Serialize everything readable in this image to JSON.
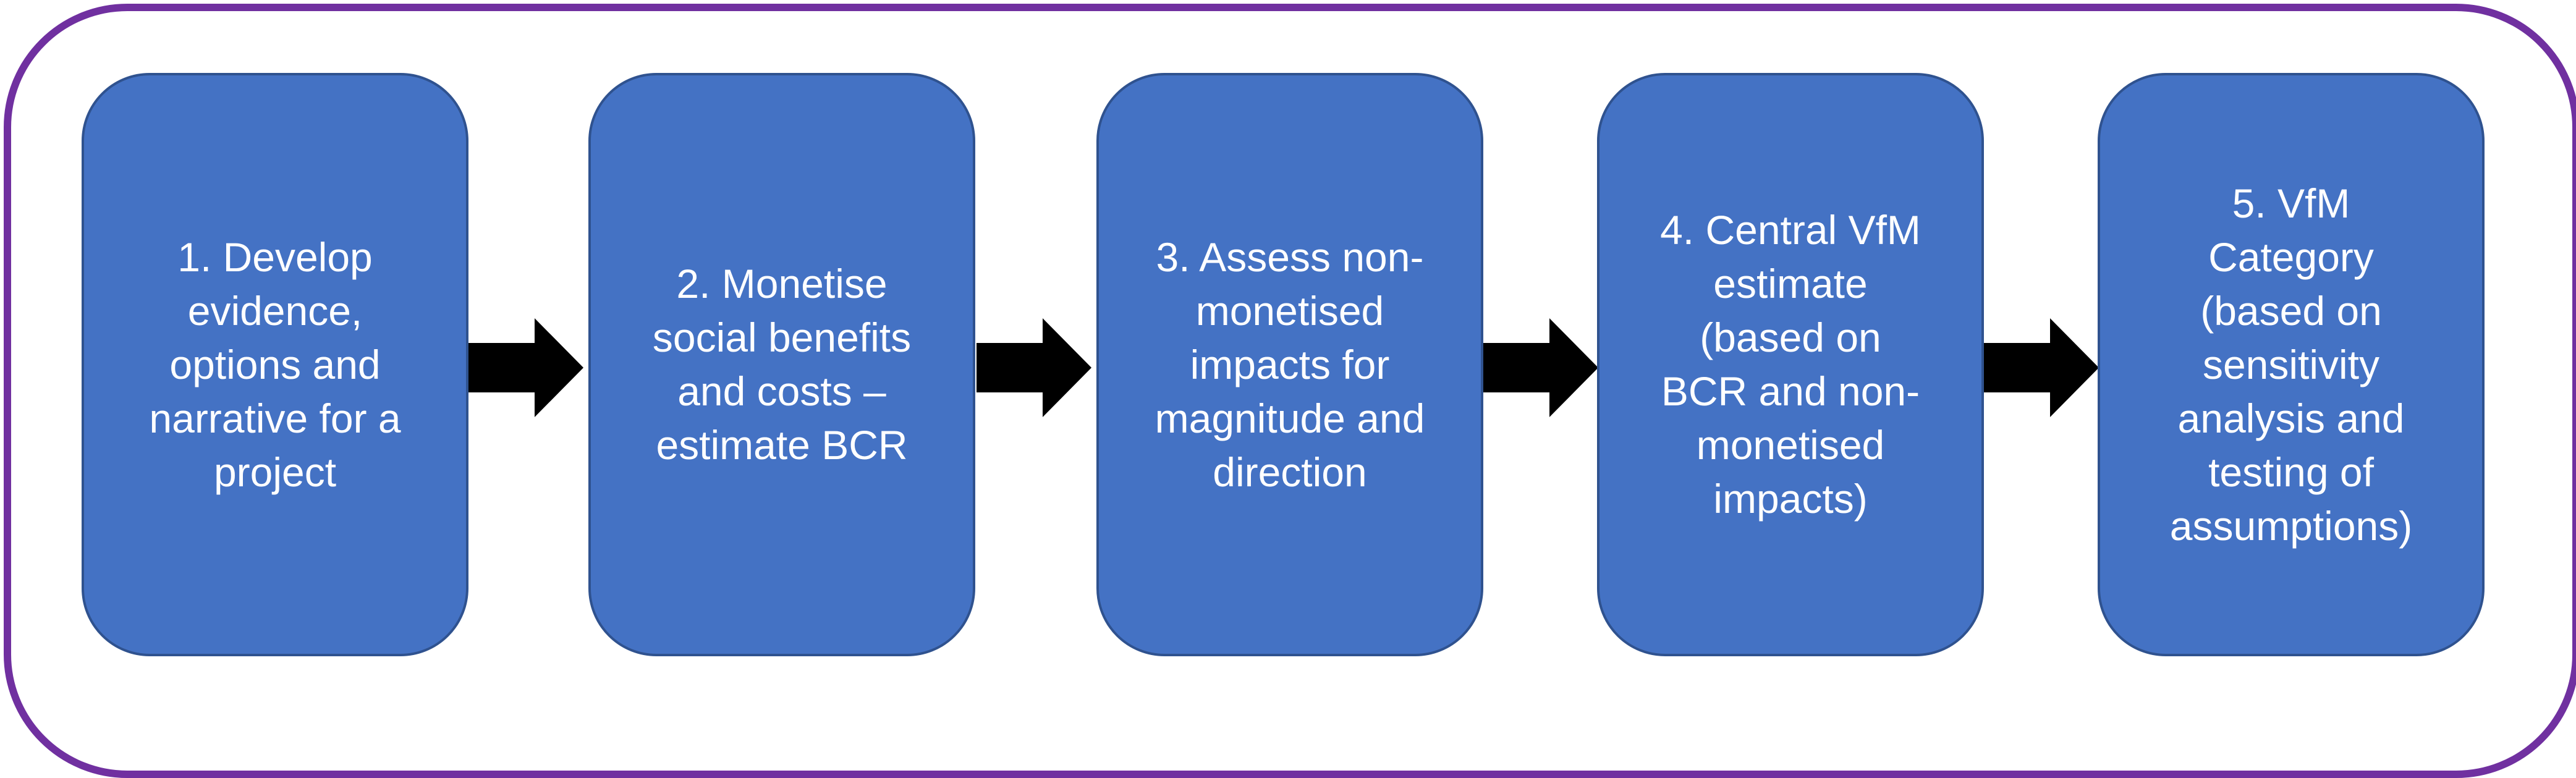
{
  "colors": {
    "frame_border": "#7030a0",
    "box_fill": "#4472c4",
    "box_border": "#2f528f",
    "box_text": "#ffffff",
    "arrow_fill": "#000000"
  },
  "steps": [
    {
      "label": "1. Develop\nevidence,\noptions and\nnarrative for a\nproject"
    },
    {
      "label": "2. Monetise\nsocial benefits\nand costs –\nestimate BCR"
    },
    {
      "label": "3. Assess non-\nmonetised\nimpacts for\nmagnitude and\ndirection"
    },
    {
      "label": "4. Central VfM\nestimate\n(based on\nBCR and non-\nmonetised\nimpacts)"
    },
    {
      "label": "5. VfM\nCategory\n(based on\nsensitivity\nanalysis and\ntesting of\nassumptions)"
    }
  ],
  "arrows": [
    {
      "icon": "right-arrow-icon"
    },
    {
      "icon": "right-arrow-icon"
    },
    {
      "icon": "right-arrow-icon"
    },
    {
      "icon": "right-arrow-icon"
    }
  ]
}
